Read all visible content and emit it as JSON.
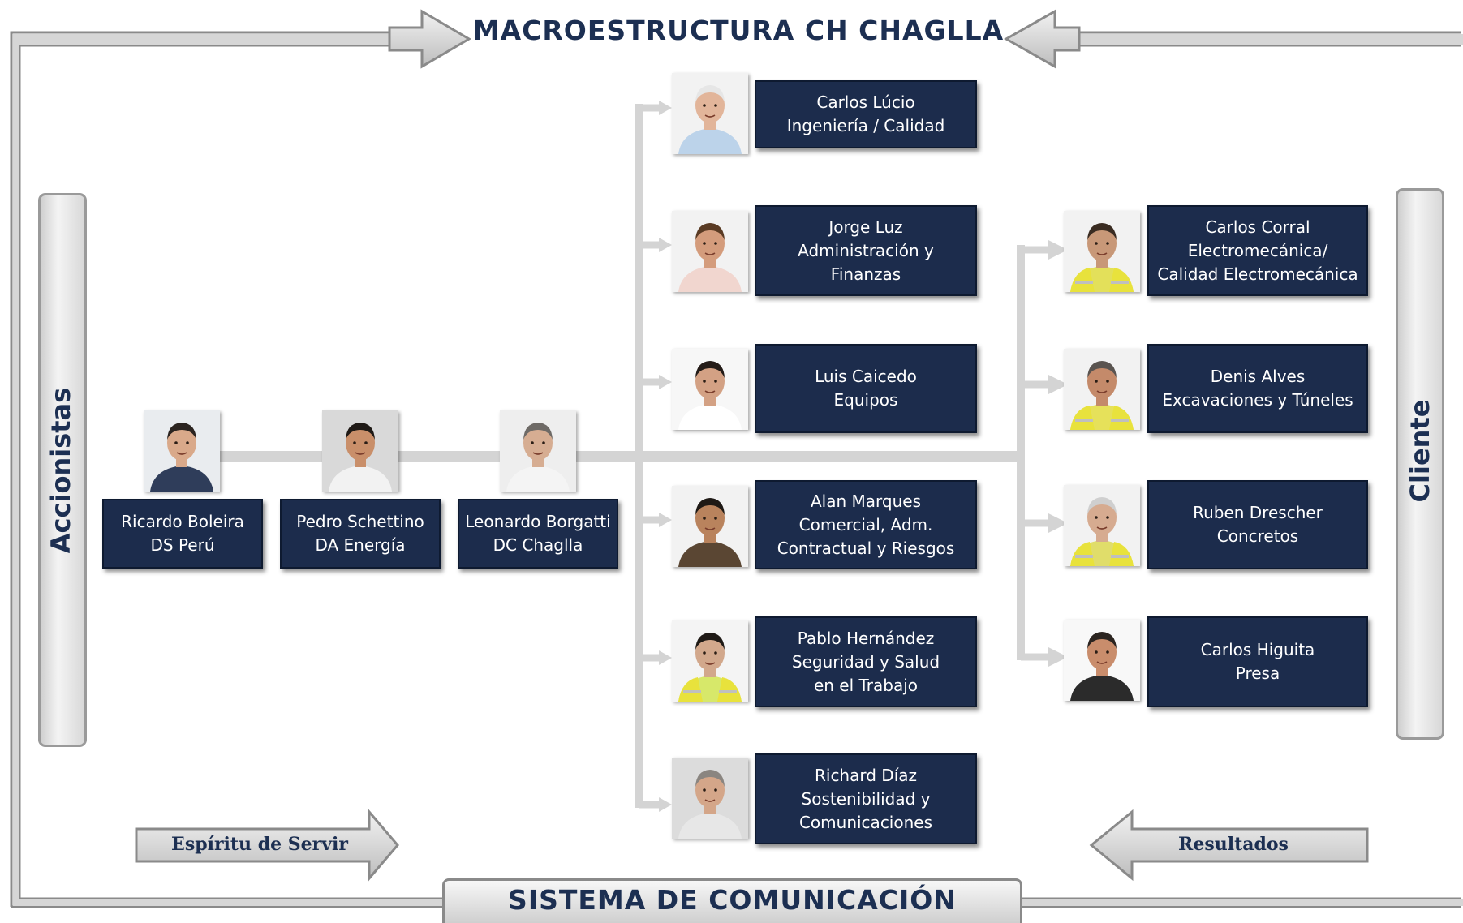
{
  "title": "MACROESTRUCTURA CH CHAGLLA",
  "footer": "SISTEMA DE COMUNICACIÓN",
  "left_label": "Accionistas",
  "right_label": "Cliente",
  "arrow_left": "Espíritu de Servir",
  "arrow_right": "Resultados",
  "colors": {
    "box": "#1c2c4c",
    "title": "#1c2f52",
    "connector": "#d4d4d4",
    "frame": "#8a8a8a"
  },
  "chain": [
    {
      "name": "Ricardo Boleira",
      "role": "DS Perú"
    },
    {
      "name": "Pedro Schettino",
      "role": "DA Energía"
    },
    {
      "name": "Leonardo Borgatti",
      "role": "DC Chaglla"
    }
  ],
  "middle": [
    {
      "name": "Carlos Lúcio",
      "role": "Ingeniería / Calidad"
    },
    {
      "name": "Jorge Luz",
      "role": "Administración y",
      "role2": "Finanzas"
    },
    {
      "name": "Luis Caicedo",
      "role": "Equipos"
    },
    {
      "name": "Alan Marques",
      "role": "Comercial, Adm.",
      "role2": "Contractual y Riesgos"
    },
    {
      "name": "Pablo Hernández",
      "role": "Seguridad y Salud",
      "role2": "en el Trabajo"
    },
    {
      "name": "Richard Díaz",
      "role": "Sostenibilidad y",
      "role2": "Comunicaciones"
    }
  ],
  "right": [
    {
      "name": "Carlos Corral",
      "role": "Electromecánica/",
      "role2": "Calidad Electromecánica"
    },
    {
      "name": "Denis Alves",
      "role": "Excavaciones y Túneles"
    },
    {
      "name": "Ruben Drescher",
      "role": "Concretos"
    },
    {
      "name": "Carlos Higuita",
      "role": "Presa"
    }
  ]
}
